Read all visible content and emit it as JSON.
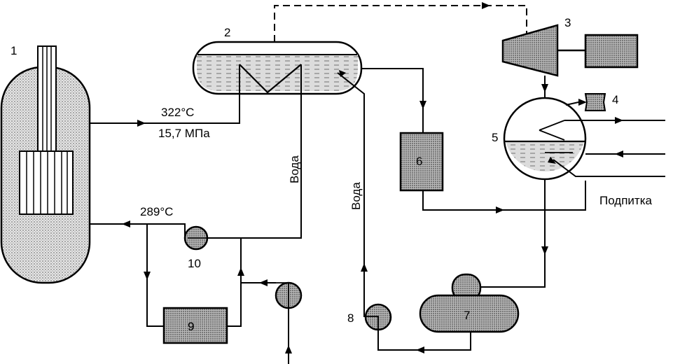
{
  "labels": {
    "n1": "1",
    "n2": "2",
    "n3": "3",
    "n4": "4",
    "n5": "5",
    "n6": "6",
    "n7": "7",
    "n8": "8",
    "n9": "9",
    "n10": "10",
    "temp_hot": "322°C",
    "pressure": "15,7 МПа",
    "temp_cold": "289°C",
    "water_1": "Вода",
    "water_2": "Вода",
    "makeup": "Подпитка"
  },
  "colors": {
    "line": "#000000",
    "fill": "#cfcfcf",
    "fill_dark": "#9a9a9a",
    "background": "#ffffff"
  }
}
